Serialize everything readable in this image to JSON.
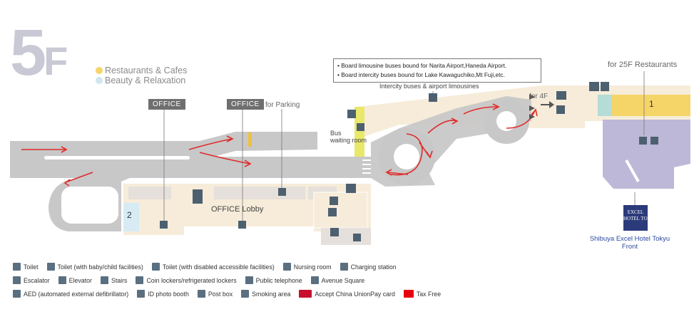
{
  "floor": {
    "number": "5",
    "suffix": "F"
  },
  "categories": [
    {
      "label": "Restaurants & Cafes",
      "color": "#f5d568"
    },
    {
      "label": "Beauty & Relaxation",
      "color": "#cfe7ef"
    }
  ],
  "notice": [
    "• Board limousine buses bound for Narita Airport,Haneda Airport.",
    "• Board intercity buses bound for Lake Kawaguchiko,Mt Fuji,etc."
  ],
  "labels": {
    "office_1": "OFFICE",
    "office_2": "OFFICE",
    "for_parking": "for Parking",
    "office_lobby": "OFFICE Lobby",
    "bus_waiting": "Bus\nwaiting room",
    "intercity_buses": "Intercity buses & airport limousines",
    "for_4f": "for 4F",
    "for_25f": "for 25F Restaurants",
    "hotel_front": "Shibuya Excel Hotel Tokyu\nFront",
    "hotel_logo": "EXCEL\nHOTEL TOKYU",
    "shop_1": "1",
    "shop_2": "2"
  },
  "legend": [
    [
      {
        "label": "Toilet",
        "icon": "toilet-icon",
        "color": "#5a6f80"
      },
      {
        "label": "Toilet (with baby/child facilities)",
        "icon": "baby-toilet-icon",
        "color": "#5a6f80"
      },
      {
        "label": "Toilet (with disabled accessible facilities)",
        "icon": "accessible-toilet-icon",
        "color": "#5a6f80"
      },
      {
        "label": "Nursing room",
        "icon": "nursing-room-icon",
        "color": "#5a6f80"
      },
      {
        "label": "Charging station",
        "icon": "charging-station-icon",
        "color": "#5a6f80"
      }
    ],
    [
      {
        "label": "Escalator",
        "icon": "escalator-icon",
        "color": "#5a6f80"
      },
      {
        "label": "Elevator",
        "icon": "elevator-icon",
        "color": "#5a6f80"
      },
      {
        "label": "Stairs",
        "icon": "stairs-icon",
        "color": "#5a6f80"
      },
      {
        "label": "Coin lockers/refrigerated lockers",
        "icon": "locker-icon",
        "color": "#5a6f80"
      },
      {
        "label": "Public telephone",
        "icon": "telephone-icon",
        "color": "#5a6f80"
      },
      {
        "label": "Avenue Square",
        "icon": "avenue-square-icon",
        "color": "#5a6f80"
      }
    ],
    [
      {
        "label": "AED (automated external defibrillator)",
        "icon": "aed-icon",
        "color": "#5a6f80"
      },
      {
        "label": "ID photo booth",
        "icon": "photo-booth-icon",
        "color": "#5a6f80"
      },
      {
        "label": "Post box",
        "icon": "post-box-icon",
        "color": "#5a6f80"
      },
      {
        "label": "Smoking area",
        "icon": "smoking-area-icon",
        "color": "#5a6f80"
      },
      {
        "label": "Accept China UnionPay card",
        "icon": "unionpay-icon",
        "color": "#c8102e"
      },
      {
        "label": "Tax Free",
        "icon": "tax-free-icon",
        "color": "#e60012"
      }
    ]
  ]
}
